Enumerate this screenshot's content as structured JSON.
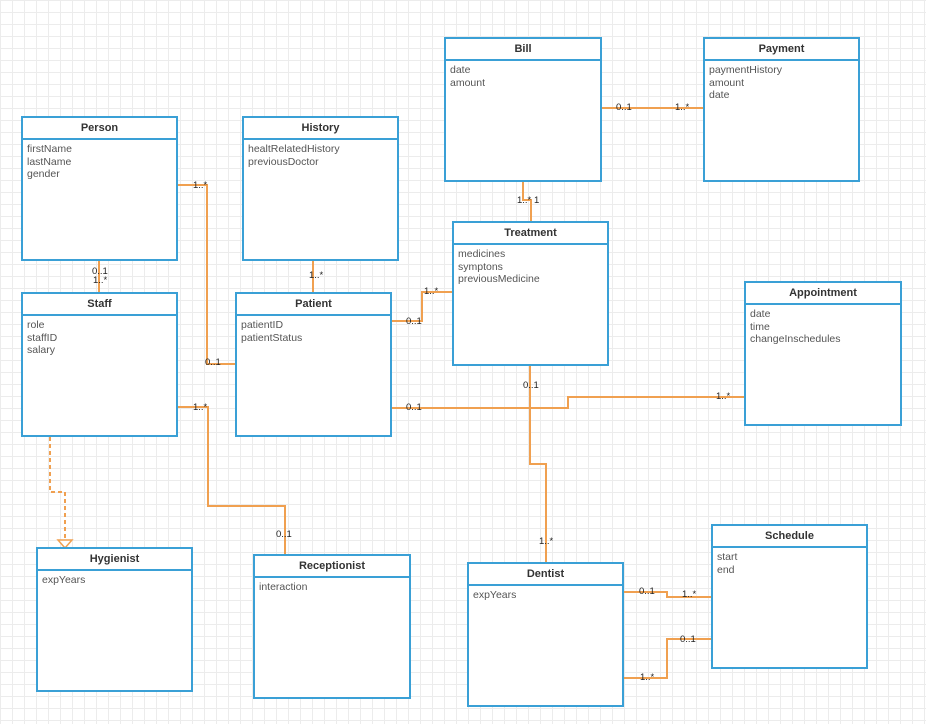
{
  "classes": {
    "person": {
      "name": "Person",
      "attributes": [
        "firstName",
        "lastName",
        "gender"
      ]
    },
    "history": {
      "name": "History",
      "attributes": [
        "healtRelatedHistory",
        "previousDoctor"
      ]
    },
    "bill": {
      "name": "Bill",
      "attributes": [
        "date",
        "amount"
      ]
    },
    "payment": {
      "name": "Payment",
      "attributes": [
        "paymentHistory",
        "amount",
        "date"
      ]
    },
    "treatment": {
      "name": "Treatment",
      "attributes": [
        "medicines",
        "symptons",
        "previousMedicine"
      ]
    },
    "staff": {
      "name": "Staff",
      "attributes": [
        "role",
        "staffID",
        "salary"
      ]
    },
    "patient": {
      "name": "Patient",
      "attributes": [
        "patientID",
        "patientStatus"
      ]
    },
    "appointment": {
      "name": "Appointment",
      "attributes": [
        "date",
        "time",
        "changeInschedules"
      ]
    },
    "hygienist": {
      "name": "Hygienist",
      "attributes": [
        "expYears"
      ]
    },
    "receptionist": {
      "name": "Receptionist",
      "attributes": [
        "interaction"
      ]
    },
    "dentist": {
      "name": "Dentist",
      "attributes": [
        "expYears"
      ]
    },
    "schedule": {
      "name": "Schedule",
      "attributes": [
        "start",
        "end"
      ]
    }
  },
  "multiplicities": {
    "bill_payment_bill": "0..1",
    "bill_payment_payment": "1..*",
    "bill_treatment_bill": "1..*",
    "bill_treatment_treatment": "1",
    "person_patient_person": "1..*",
    "person_patient_patient": "0..1",
    "person_staff_person": "0..1",
    "person_staff_staff": "1..*",
    "history_patient": "1..*",
    "treatment_patient_treatment": "1..*",
    "treatment_patient_patient": "0..1",
    "treatment_dentist_treatment": "0..1",
    "treatment_dentist_dentist": "1..*",
    "patient_appointment_patient": "0..1",
    "patient_appointment_appointment": "1..*",
    "staff_receptionist_staff": "1..*",
    "staff_receptionist_receptionist": "0..1",
    "dentist_schedule_a_dentist": "0..1",
    "dentist_schedule_a_schedule": "1..*",
    "dentist_schedule_b_dentist": "1..*",
    "dentist_schedule_b_schedule": "0..1"
  },
  "colors": {
    "class_border": "#3aa0d6",
    "association_line": "#f0a050",
    "generalization": "#f0a050"
  }
}
